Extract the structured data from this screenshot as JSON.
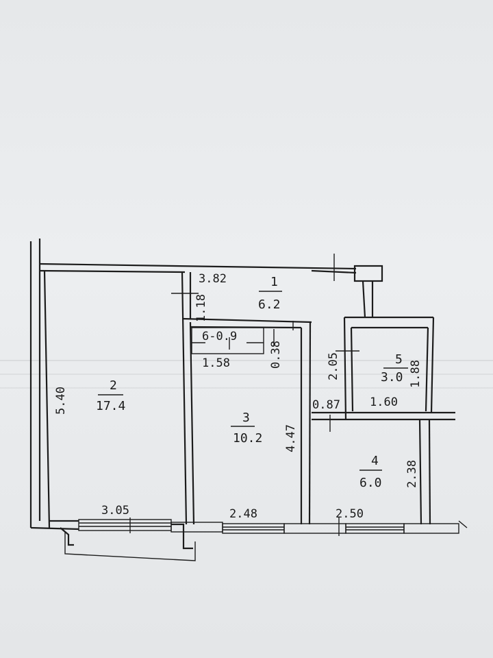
{
  "rooms": [
    {
      "id": "1",
      "area": "6.2"
    },
    {
      "id": "2",
      "area": "17.4"
    },
    {
      "id": "3",
      "area": "10.2"
    },
    {
      "id": "4",
      "area": "6.0"
    },
    {
      "id": "5",
      "area": "3.0"
    },
    {
      "id": "6",
      "area": "0.9"
    }
  ],
  "closet_label": "6-0.9",
  "dims": {
    "d382": "3.82",
    "d118": "1.18",
    "d158": "1.58",
    "d038": "0.38",
    "d540": "5.40",
    "d305": "3.05",
    "d248": "2.48",
    "d447": "4.47",
    "d205": "2.05",
    "d087": "0.87",
    "d160": "1.60",
    "d188": "1.88",
    "d250": "2.50",
    "d238": "2.38"
  }
}
